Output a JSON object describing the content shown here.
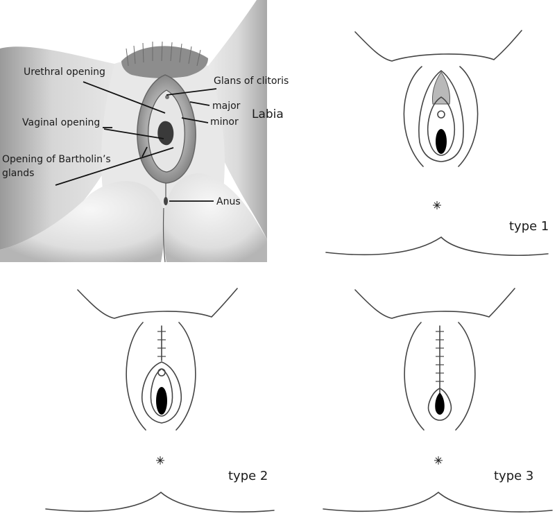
{
  "anatomy": {
    "labels": {
      "urethral_opening": "Urethral opening",
      "glans_of_clitoris": "Glans of clitoris",
      "major": "major",
      "minor": "minor",
      "labia": "Labia",
      "vaginal_opening": "Vaginal opening",
      "bartholin_line1": "Opening of Bartholin’s",
      "bartholin_line2": "glands",
      "anus": "Anus"
    }
  },
  "panels": {
    "type1": "type 1",
    "type2": "type 2",
    "type3": "type 3"
  }
}
